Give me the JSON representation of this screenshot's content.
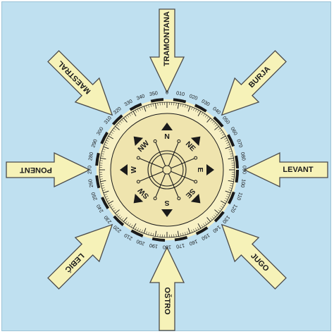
{
  "winds": [
    {
      "id": "tramontana",
      "label": "TRAMONTANA",
      "angle": 0
    },
    {
      "id": "burja",
      "label": "BURJA",
      "angle": 45
    },
    {
      "id": "levant",
      "label": "LEVANT",
      "angle": 90
    },
    {
      "id": "jugo",
      "label": "JUGO",
      "angle": 135
    },
    {
      "id": "ostro",
      "label": "OŠTRO",
      "angle": 180
    },
    {
      "id": "lebic",
      "label": "LEBIĆ",
      "angle": 225
    },
    {
      "id": "ponent",
      "label": "PONENT",
      "angle": 270
    },
    {
      "id": "maestral",
      "label": "MAESTRAL",
      "angle": 315
    }
  ],
  "directions": [
    {
      "label": "N",
      "angle": 0
    },
    {
      "label": "NE",
      "angle": 45
    },
    {
      "label": "E",
      "angle": 90
    },
    {
      "label": "SE",
      "angle": 135
    },
    {
      "label": "S",
      "angle": 180
    },
    {
      "label": "SW",
      "angle": 225
    },
    {
      "label": "W",
      "angle": 270
    },
    {
      "label": "NW",
      "angle": 315
    }
  ],
  "degree_labels": [
    "0",
    "010",
    "020",
    "030",
    "040",
    "050",
    "060",
    "070",
    "080",
    "090",
    "100",
    "110",
    "120",
    "130",
    "140",
    "150",
    "160",
    "170",
    "180",
    "190",
    "200",
    "210",
    "220",
    "230",
    "240",
    "250",
    "260",
    "270",
    "280",
    "290",
    "300",
    "310",
    "320",
    "330",
    "340",
    "350"
  ],
  "colors": {
    "background": "#bfe0f0",
    "arrow_fill": "#f6f2b8",
    "arrow_stroke": "#4a4a4a",
    "dial_fill": "#f7f0c4",
    "inner_fill": "#efe4ae",
    "ink": "#1a1a1a"
  }
}
